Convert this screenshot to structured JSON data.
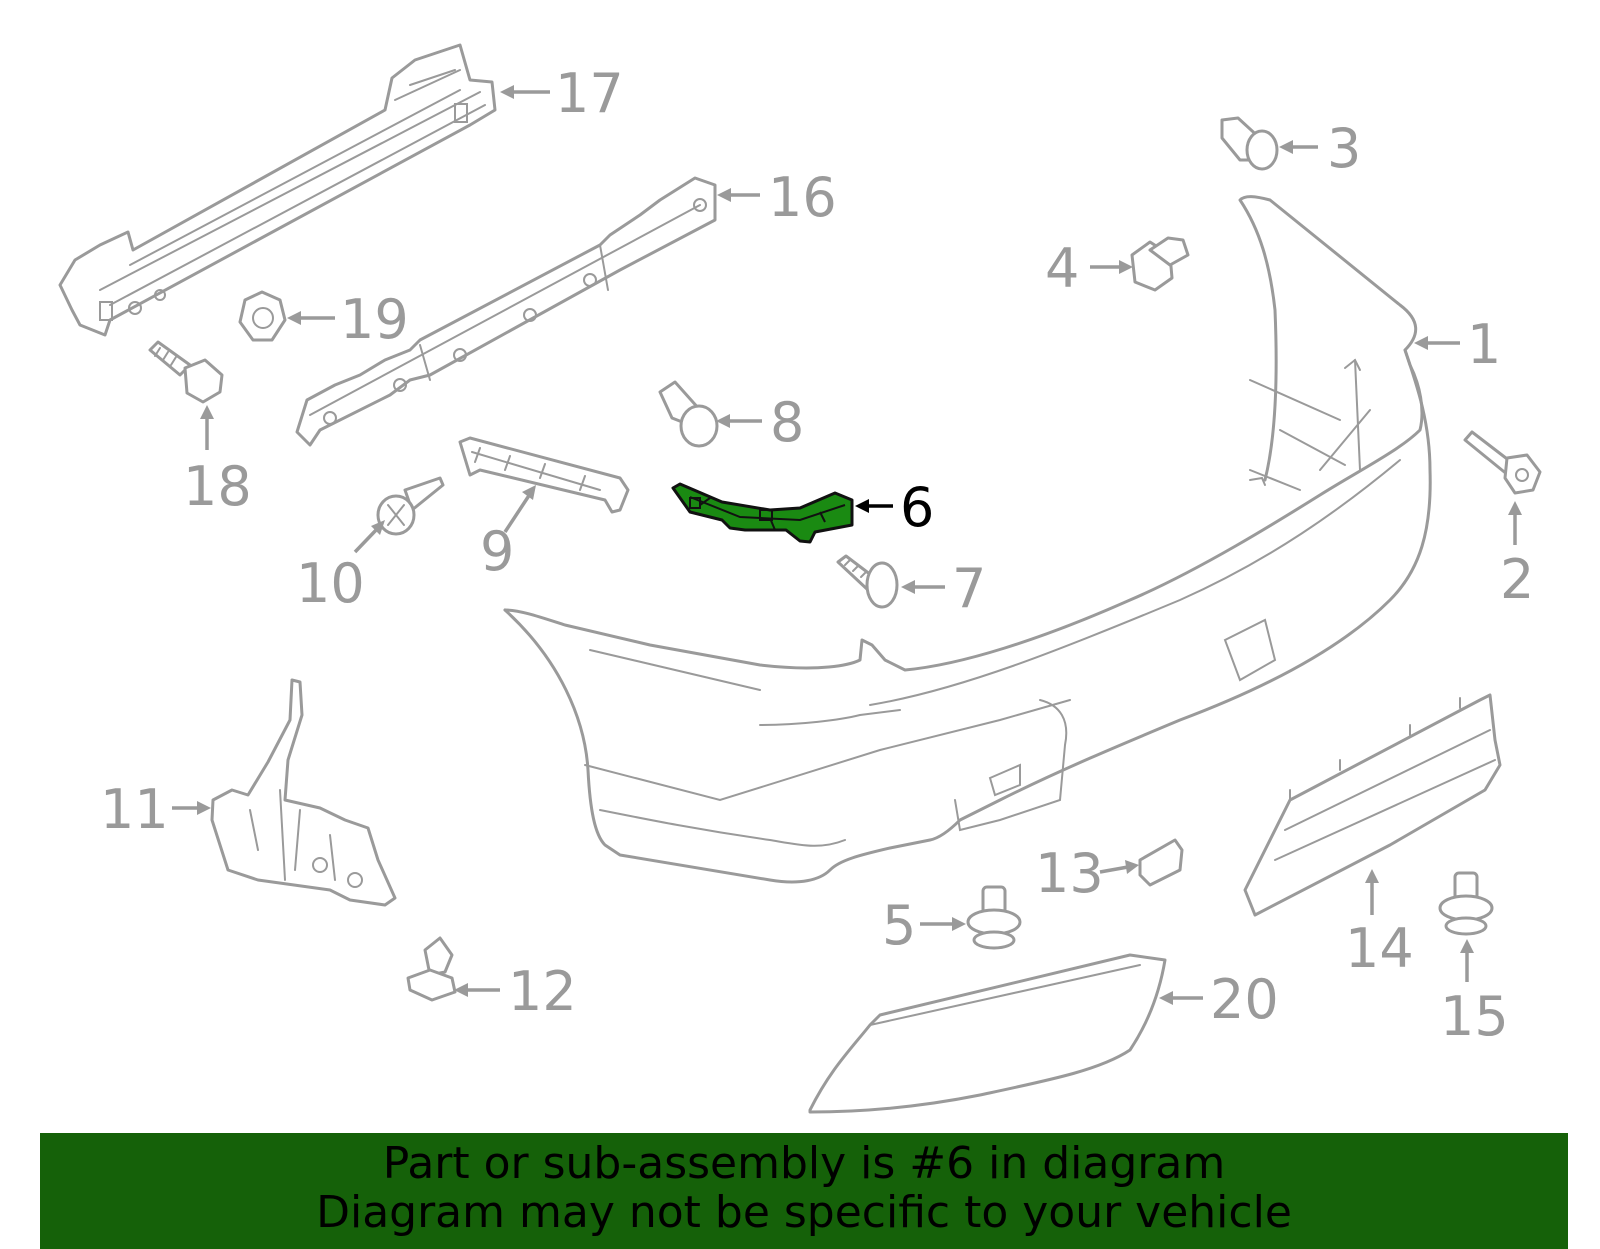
{
  "diagram": {
    "highlighted_part": "6",
    "callouts": [
      "1",
      "2",
      "3",
      "4",
      "5",
      "6",
      "7",
      "8",
      "9",
      "10",
      "11",
      "12",
      "13",
      "14",
      "15",
      "16",
      "17",
      "18",
      "19",
      "20"
    ],
    "colors": {
      "part_stroke": "#9a9a9a",
      "highlight_fill": "#1a8a12",
      "banner_bg": "#156109"
    }
  },
  "banner": {
    "line1": "Part or sub-assembly is #6 in diagram",
    "line2": "Diagram may not be specific to your vehicle"
  }
}
